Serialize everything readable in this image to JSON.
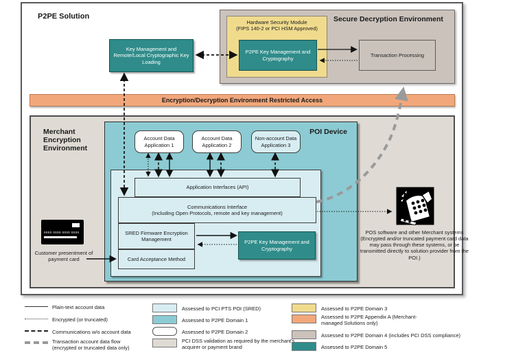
{
  "solution_label": "P2PE Solution",
  "sde": {
    "title": "Secure Decryption Environment",
    "hsm_line1": "Hardware Security Module",
    "hsm_line2": "(FIPS 140-2 or PCI HSM Approved)",
    "p2pe_km": "P2PE Key Management and Cryptography",
    "transaction_processing": "Transaction Processing"
  },
  "key_management": "Key Management and Remote/Local Cryptographic Key Loading",
  "restricted_banner": "Encryption/Decryption Environment Restricted Access",
  "merchant_env": {
    "title": "Merchant Encryption Environment",
    "poi": {
      "title": "POI Device",
      "app1": "Account Data Application 1",
      "app2": "Account Data Application 2",
      "app3": "Non-account Data Application 3",
      "api": "Application Interfaces (API)",
      "comms_line1": "Communications Interface",
      "comms_line2": "(Including Open Protocols, remote and key management)",
      "sred": "SRED Firmware Encryption Management",
      "card_acceptance": "Card Acceptance Method",
      "p2pe_km": "P2PE Key Management and Cryptography"
    },
    "card_number": "0000 0000 0000 0000",
    "customer_caption": "Customer presentment of payment card",
    "pos_caption": "POS software and other Merchant systems (Encrypted and/or truncated payment card data may pass through these systems, or be transmitted directly to solution provider from the POI.)"
  },
  "legend": {
    "lines": [
      {
        "style": "solid",
        "label": "Plain-text account data"
      },
      {
        "style": "dotted",
        "label": "Encrypted (or truncated)"
      },
      {
        "style": "dashed",
        "label": "Communications w/o account data"
      },
      {
        "style": "gray-dashed",
        "label": "Transaction account data flow (encrypted or truncated data only)"
      }
    ],
    "fills_mid": [
      {
        "label": "Assessed to PCI PTS POI (SRED)",
        "color": "#d8edf2"
      },
      {
        "label": "Assessed to P2PE Domain 1",
        "color": "#8ccbd3"
      },
      {
        "label": "Assessed to P2PE Domain 2",
        "color": "#ffffff"
      },
      {
        "label": "PCI DSS validation as required by the merchant's acquirer or payment brand",
        "color": "#dfdbd4"
      }
    ],
    "fills_right": [
      {
        "label": "Assessed to P2PE Domain 3",
        "color": "#f0db8d"
      },
      {
        "label": "Assessed to P2PE Appendix A (Merchant-managed Solutions only)",
        "color": "#f2a77b"
      },
      {
        "label": "Assessed to P2PE Domain 4 (includes PCI DSS compliance)",
        "color": "#cac2bb"
      },
      {
        "label": "Assessed to P2PE Domain 5",
        "color": "#2f8c8a"
      }
    ]
  },
  "colors": {
    "teal_dark": "#2f8c8a",
    "poi_teal": "#8ccbd3",
    "light_cyan": "#d8edf2",
    "env_gray": "#dfdbd4",
    "sde_tan": "#cac2bb",
    "hsm_yellow": "#f0db8d",
    "banner_orange": "#f2a77b"
  }
}
